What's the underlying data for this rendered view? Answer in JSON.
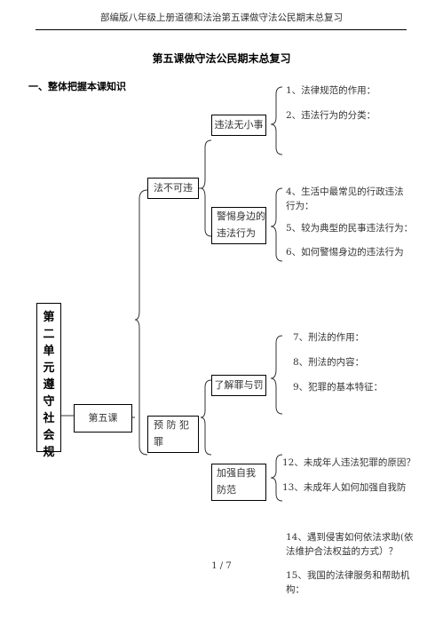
{
  "header": {
    "running_title": "部编版八年级上册道德和法治第五课做守法公民期末总复习"
  },
  "document": {
    "title": "第五课做守法公民期末总复习",
    "section_heading": "一、整体把握本课知识"
  },
  "mindmap": {
    "root_chars": [
      "第",
      "二",
      "单",
      "元",
      "遵",
      "守",
      "社",
      "会",
      "规"
    ],
    "lesson": "第五课",
    "branch1": {
      "label": "法不可违",
      "sub1": {
        "label": "违法无小事",
        "items": [
          "1、法律规范的作用：",
          "2、违法行为的分类："
        ]
      },
      "sub2": {
        "label_line1": "警惕身边的",
        "label_line2": "违法行为",
        "item4_line1": "4、生活中最常见的行政违法",
        "item4_line2": "行为：",
        "item5": "5、较为典型的民事违法行为：",
        "item6": "6、如何警惕身边的违法行为"
      }
    },
    "branch2": {
      "label_line1": "预 防 犯",
      "label_line2": "罪",
      "sub1": {
        "label": "了解罪与罚",
        "items": [
          "7、刑法的作用：",
          "8、刑法的内容：",
          "9、犯罪的基本特征："
        ]
      },
      "sub2": {
        "label_line1": "加强自我",
        "label_line2": "防范",
        "items": [
          "12、未成年人违法犯罪的原因？",
          "13、未成年人如何加强自我防"
        ]
      }
    },
    "extra": {
      "item14_line1": "14、遇到侵害如何依法求助(依",
      "item14_line2": "法维护合法权益的方式）？",
      "item15_line1": "15、我国的法律服务和帮助机",
      "item15_line2": "构："
    }
  },
  "footer": {
    "page_number": "1 / 7"
  }
}
